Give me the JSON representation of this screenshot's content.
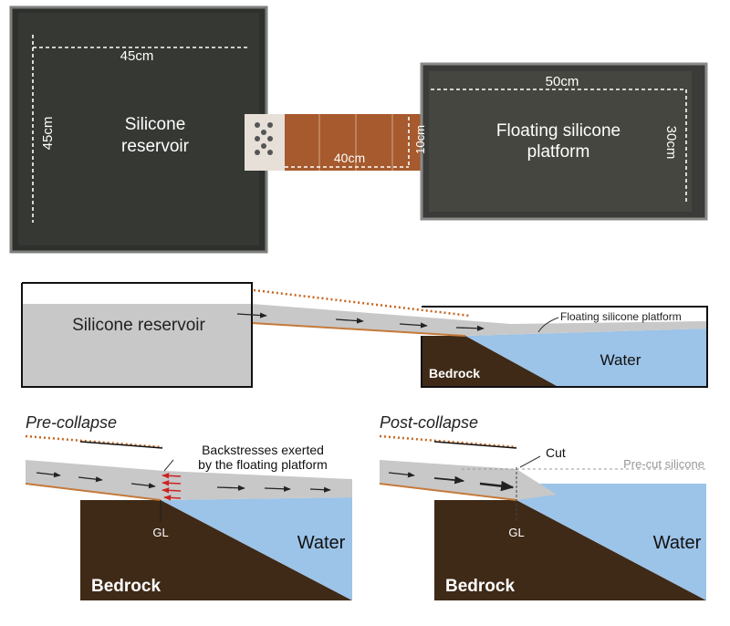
{
  "photo": {
    "reservoir_width": "45cm",
    "reservoir_height": "45cm",
    "reservoir_label_line1": "Silicone",
    "reservoir_label_line2": "reservoir",
    "channel_length": "40cm",
    "channel_width": "10cm",
    "platform_width": "50cm",
    "platform_height": "30cm",
    "platform_label_line1": "Floating silicone",
    "platform_label_line2": "platform"
  },
  "schematic": {
    "reservoir_label": "Silicone reservoir",
    "platform_label": "Floating silicone platform",
    "water_label": "Water",
    "bedrock_label": "Bedrock"
  },
  "pre_collapse": {
    "title": "Pre-collapse",
    "backstress_line1": "Backstresses exerted",
    "backstress_line2": "by the floating platform",
    "gl_label": "GL",
    "water_label": "Water",
    "bedrock_label": "Bedrock"
  },
  "post_collapse": {
    "title": "Post-collapse",
    "cut_label": "Cut",
    "precut_label": "Pre-cut silicone",
    "gl_label": "GL",
    "water_label": "Water",
    "bedrock_label": "Bedrock"
  },
  "colors": {
    "silicone_gray": "#c8c8c8",
    "water_blue": "#9cc3e8",
    "bedrock_brown": "#3f2a17",
    "orange_bed": "#c47a3a",
    "backstress_red": "#cc2222"
  }
}
